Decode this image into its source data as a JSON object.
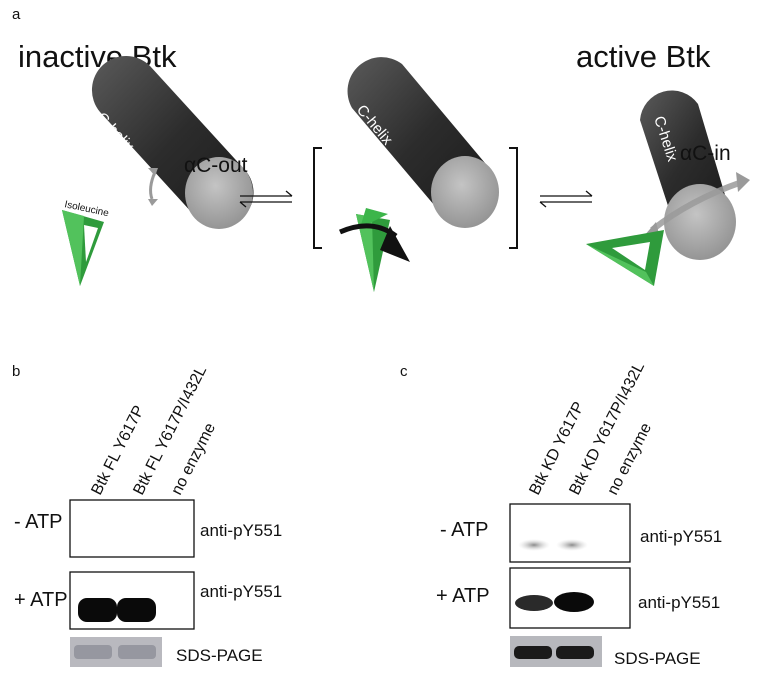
{
  "panel_a": {
    "letter": "a",
    "inactive_title": "inactive Btk",
    "active_title": "active Btk",
    "helix_label": "C-helix",
    "alpha_c_out": "αC-out",
    "alpha_c_in": "αC-in",
    "residue_label": "Isoleucine",
    "colors": {
      "helix": "#3b3b3b",
      "helix_face": "#a6a6a6",
      "residue": "#3cb54a",
      "arrow": "#111111"
    }
  },
  "panel_b": {
    "letter": "b",
    "lanes": [
      "Btk FL Y617P",
      "Btk FL Y617P/I432L",
      "no enzyme"
    ],
    "rows": [
      {
        "condition": "- ATP",
        "probe": "anti-pY551"
      },
      {
        "condition": "+ ATP",
        "probe": "anti-pY551"
      }
    ],
    "loading": "SDS-PAGE"
  },
  "panel_c": {
    "letter": "c",
    "lanes": [
      "Btk KD Y617P",
      "Btk KD Y617P/I432L",
      "no enzyme"
    ],
    "rows": [
      {
        "condition": "- ATP",
        "probe": "anti-pY551"
      },
      {
        "condition": "+ ATP",
        "probe": "anti-pY551"
      }
    ],
    "loading": "SDS-PAGE"
  }
}
